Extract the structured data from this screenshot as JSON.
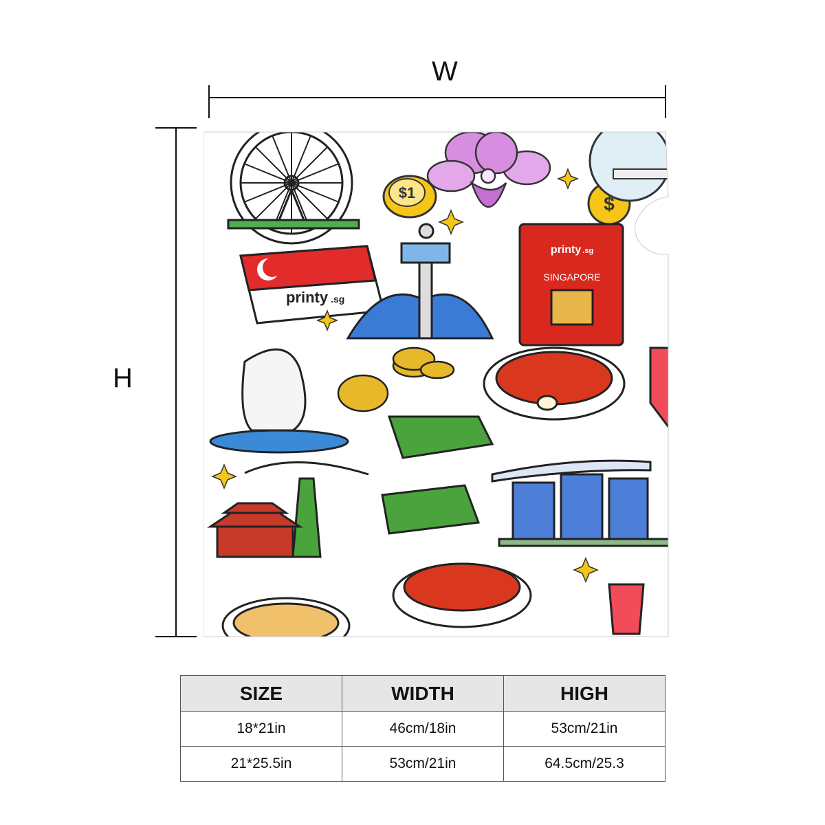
{
  "dimensions": {
    "width_label": "W",
    "height_label": "H"
  },
  "artwork": {
    "flag_brand": "printy",
    "flag_brand_suffix": ".sg",
    "passport_brand": "printy",
    "passport_brand_suffix": ".sg",
    "passport_country": "SINGAPORE",
    "coin_label": "$1",
    "coin_small_label": "$"
  },
  "size_table": {
    "headers": [
      "SIZE",
      "WIDTH",
      "HIGH"
    ],
    "rows": [
      [
        "18*21in",
        "46cm/18in",
        "53cm/21in"
      ],
      [
        "21*25.5in",
        "53cm/21in",
        "64.5cm/25.3"
      ]
    ]
  }
}
